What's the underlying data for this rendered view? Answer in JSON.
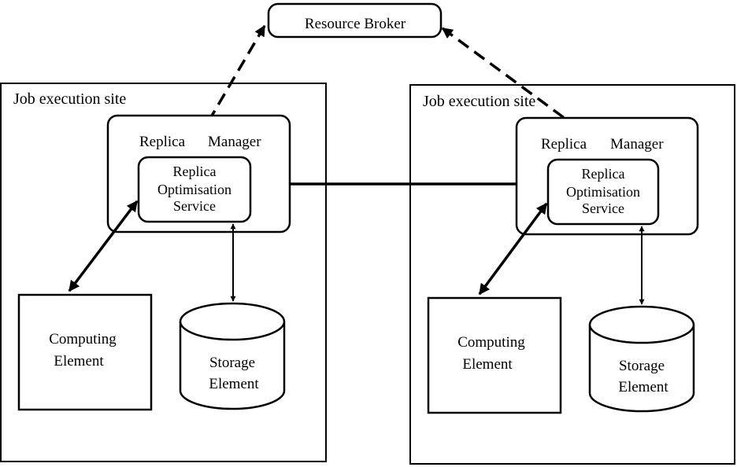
{
  "broker": {
    "label": "Resource Broker"
  },
  "sites": [
    {
      "title": "Job execution site",
      "replica_manager": {
        "word1": "Replica",
        "word2": "Manager"
      },
      "optimisation_service": {
        "line1": "Replica",
        "line2": "Optimisation",
        "line3": "Service"
      },
      "computing_element": {
        "line1": "Computing",
        "line2": "Element"
      },
      "storage_element": {
        "line1": "Storage",
        "line2": "Element"
      }
    },
    {
      "title": "Job execution site",
      "replica_manager": {
        "word1": "Replica",
        "word2": "Manager"
      },
      "optimisation_service": {
        "line1": "Replica",
        "line2": "Optimisation",
        "line3": "Service"
      },
      "computing_element": {
        "line1": "Computing",
        "line2": "Element"
      },
      "storage_element": {
        "line1": "Storage",
        "line2": "Element"
      }
    }
  ],
  "colors": {
    "stroke": "#000000",
    "background": "#ffffff"
  }
}
